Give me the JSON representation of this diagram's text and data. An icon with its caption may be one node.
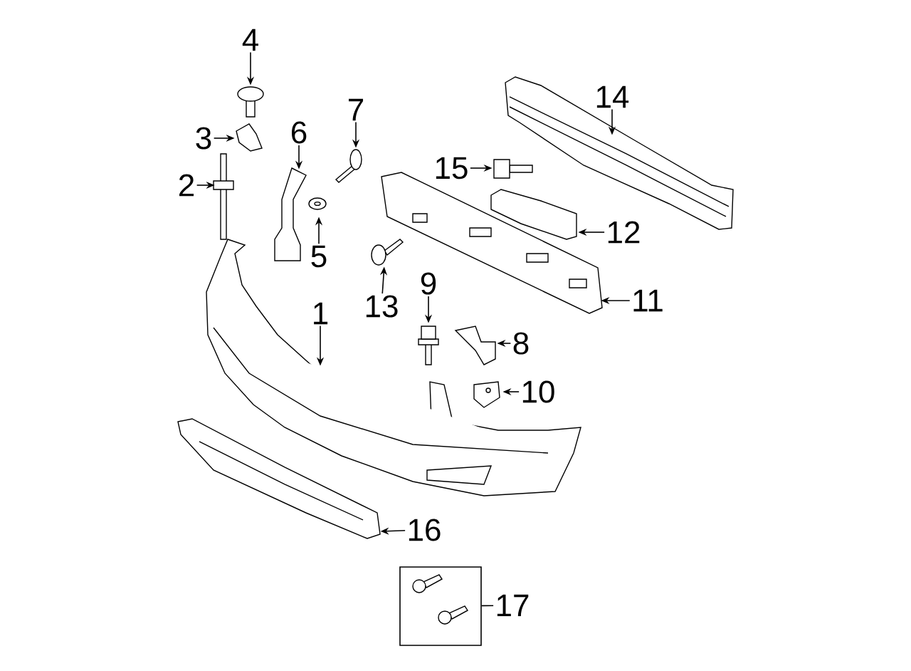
{
  "diagram": {
    "nodes": [
      {
        "text": [
          "1"
        ]
      },
      {
        "text": [
          "2"
        ]
      },
      {
        "text": [
          "3"
        ]
      },
      {
        "text": [
          "4"
        ]
      },
      {
        "text": [
          "5"
        ]
      },
      {
        "text": [
          "6"
        ]
      },
      {
        "text": [
          "7"
        ]
      },
      {
        "text": [
          "8"
        ]
      },
      {
        "text": [
          "9"
        ]
      },
      {
        "text": [
          "10"
        ]
      },
      {
        "text": [
          "11"
        ]
      },
      {
        "text": [
          "12"
        ]
      },
      {
        "text": [
          "13"
        ]
      },
      {
        "text": [
          "14"
        ]
      },
      {
        "text": [
          "15"
        ]
      },
      {
        "text": [
          "16"
        ]
      },
      {
        "text": [
          "17"
        ]
      },
      {
        "text": [],
        "shape": "picture"
      },
      {
        "text": [],
        "shape": "picture"
      },
      {
        "text": [],
        "shape": "picture"
      },
      {
        "text": [],
        "shape": "picture"
      },
      {
        "text": [],
        "shape": "picture"
      },
      {
        "text": [],
        "shape": "picture"
      },
      {
        "text": [],
        "shape": "picture"
      },
      {
        "text": [],
        "shape": "picture"
      },
      {
        "text": [],
        "shape": "picture"
      },
      {
        "text": [],
        "shape": "picture"
      },
      {
        "text": [],
        "shape": "picture"
      },
      {
        "text": [],
        "shape": "picture"
      },
      {
        "text": [],
        "shape": "picture"
      },
      {
        "text": [],
        "shape": "picture"
      },
      {
        "text": [],
        "shape": "picture"
      },
      {
        "text": [],
        "shape": "picture"
      },
      {
        "text": [],
        "shape": "box"
      }
    ],
    "edges": [
      {
        "from": 0,
        "to": 17,
        "arrow": "to"
      },
      {
        "from": 1,
        "to": 18,
        "arrow": "to"
      },
      {
        "from": 2,
        "to": 19,
        "arrow": "to"
      },
      {
        "from": 3,
        "to": 20,
        "arrow": "to"
      },
      {
        "from": 4,
        "to": 21,
        "arrow": "to"
      },
      {
        "from": 5,
        "to": 22,
        "arrow": "to"
      },
      {
        "from": 6,
        "to": 23,
        "arrow": "to"
      },
      {
        "from": 7,
        "to": 24,
        "arrow": "to"
      },
      {
        "from": 8,
        "to": 25,
        "arrow": "to"
      },
      {
        "from": 9,
        "to": 26,
        "arrow": "to"
      },
      {
        "from": 10,
        "to": 27,
        "arrow": "to"
      },
      {
        "from": 11,
        "to": 28,
        "arrow": "to"
      },
      {
        "from": 12,
        "to": 29,
        "arrow": "to"
      },
      {
        "from": 13,
        "to": 30,
        "arrow": "to"
      },
      {
        "from": 14,
        "to": 31,
        "arrow": "to"
      },
      {
        "from": 15,
        "to": 32,
        "arrow": "to"
      },
      {
        "from": 16,
        "to": 33,
        "arrow": "none"
      }
    ]
  }
}
